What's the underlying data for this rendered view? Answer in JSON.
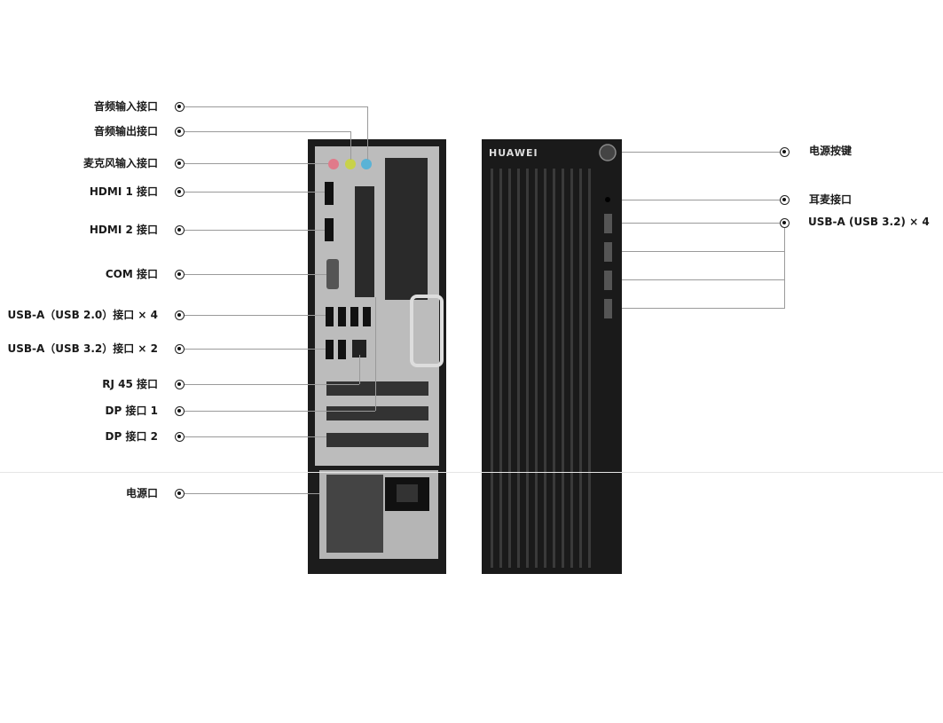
{
  "brand": "HUAWEI",
  "rear_labels": [
    "音频输入接口",
    "音频输出接口",
    "麦克风输入接口",
    "HDMI 1 接口",
    "HDMI 2 接口",
    "COM 接口",
    "USB-A（USB 2.0）接口 × 4",
    "USB-A（USB 3.2）接口 × 2",
    "RJ 45 接口",
    "DP 接口 1",
    "DP 接口 2",
    "电源口"
  ],
  "front_labels": [
    "电源按键",
    "耳麦接口",
    "USB-A (USB 3.2) × 4"
  ],
  "colors": {
    "chassis": "#1c1c1c",
    "panel": "#bdbdbd",
    "audio_in": "#5ab3d6",
    "audio_out": "#c8d24a",
    "mic": "#e07a8a"
  }
}
